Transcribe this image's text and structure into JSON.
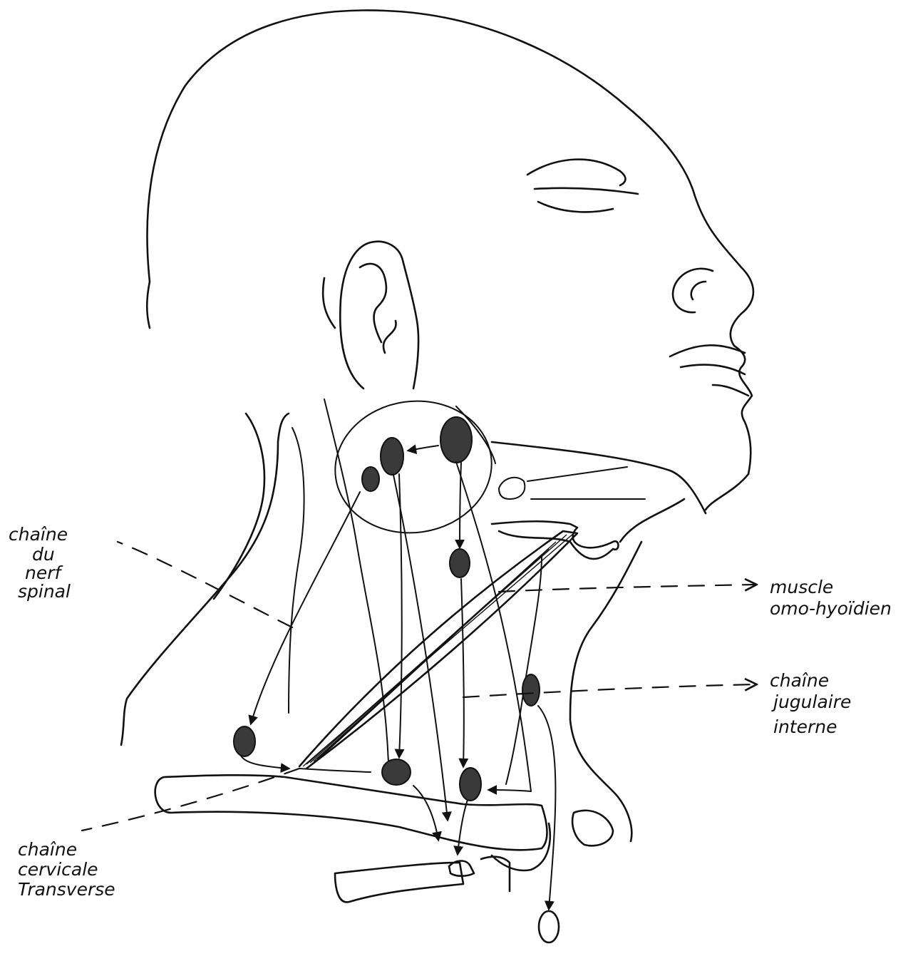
{
  "labels": {
    "nerf_spinal": [
      "chaîne",
      "du",
      "nerf",
      "spinal"
    ],
    "omo_hyoidien": [
      "muscle",
      "omo-hyoïdien"
    ],
    "jugulaire_interne": [
      "chaîne",
      "jugulaire",
      "interne"
    ],
    "cervicale_transverse": [
      "chaîne",
      "cervicale",
      "Transverse"
    ]
  },
  "colors": {
    "ink": "#111111",
    "node_fill": "#3a3a3a",
    "background": "#ffffff"
  }
}
